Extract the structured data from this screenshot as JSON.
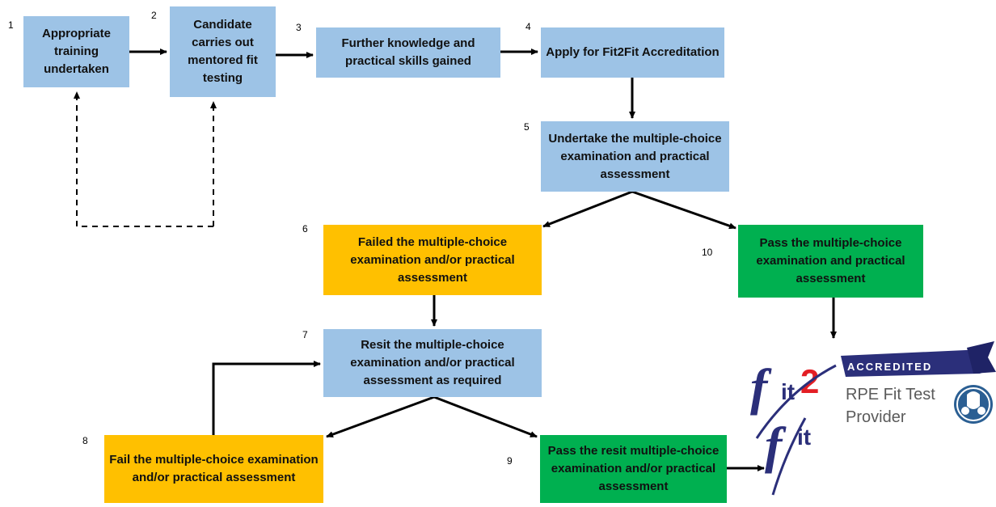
{
  "steps": {
    "s1": {
      "num": "1",
      "label": "Appropriate training undertaken"
    },
    "s2": {
      "num": "2",
      "label": "Candidate carries out mentored fit testing"
    },
    "s3": {
      "num": "3",
      "label": "Further knowledge and practical skills gained"
    },
    "s4": {
      "num": "4",
      "label": "Apply for Fit2Fit Accreditation"
    },
    "s5": {
      "num": "5",
      "label": "Undertake the multiple-choice examination and practical assessment"
    },
    "s6": {
      "num": "6",
      "label": "Failed the multiple-choice examination and/or practical assessment"
    },
    "s7": {
      "num": "7",
      "label": "Resit the multiple-choice examination and/or practical assessment as required"
    },
    "s8": {
      "num": "8",
      "label": "Fail the multiple-choice examination and/or practical assessment"
    },
    "s9": {
      "num": "9",
      "label": "Pass the resit multiple-choice examination and/or practical assessment"
    },
    "s10": {
      "num": "10",
      "label": "Pass the multiple-choice examination and practical assessment"
    }
  },
  "logo": {
    "ribbon_text": "ACCREDITED",
    "line1": "RPE Fit Test",
    "line2": "Provider"
  },
  "colors": {
    "blue": "#9dc3e6",
    "orange": "#ffc000",
    "green": "#00b050",
    "navy": "#2b2f7a",
    "red": "#e31e24"
  }
}
